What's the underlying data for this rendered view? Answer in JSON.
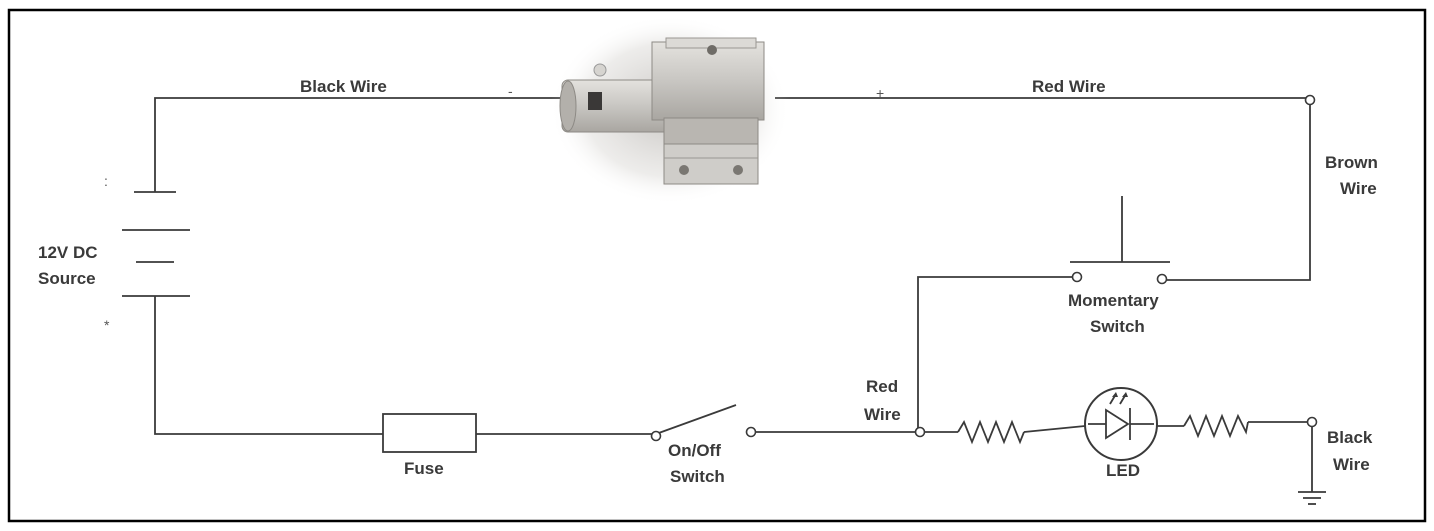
{
  "labels": {
    "black_wire_top": "Black Wire",
    "red_wire_top": "Red Wire",
    "brown_wire": [
      "Brown",
      "Wire"
    ],
    "source": [
      "12V DC",
      "Source"
    ],
    "momentary_switch": [
      "Momentary",
      "Switch"
    ],
    "red_wire_mid": [
      "Red",
      "Wire"
    ],
    "fuse": "Fuse",
    "on_off_switch": [
      "On/Off",
      "Switch"
    ],
    "led": "LED",
    "black_wire_right": [
      "Black",
      "Wire"
    ],
    "minus_sign": "-",
    "plus_sign": "+",
    "source_minus": ":",
    "source_plus": "*"
  },
  "components": {
    "device": "solenoid-device",
    "battery": "battery-symbol",
    "fuse": "fuse-symbol",
    "switch": "on-off-switch-symbol",
    "momentary": "momentary-switch-symbol",
    "resistors": [
      "resistor-left",
      "resistor-right"
    ],
    "led": "led-symbol",
    "ground": "ground-symbol"
  },
  "colors": {
    "wire": "#3a3a3a",
    "border": "#000000",
    "device_metal": "#c8c6c2"
  }
}
